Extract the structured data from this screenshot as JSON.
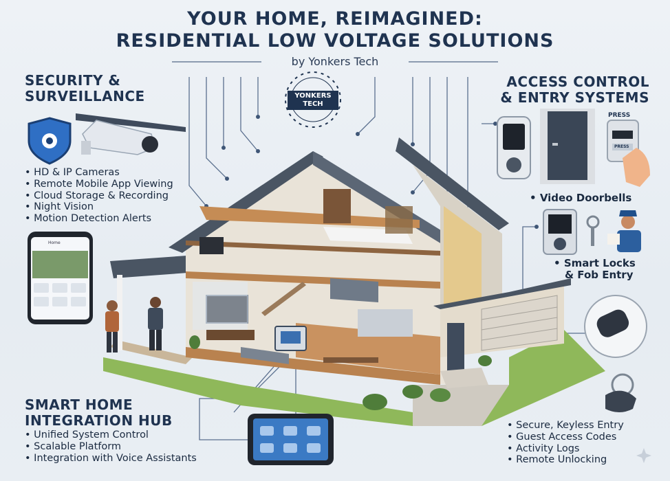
{
  "header": {
    "title_line1": "YOUR HOME, REIMAGINED:",
    "title_line2": "RESIDENTIAL LOW VOLTAGE SOLUTIONS",
    "byline": "by Yonkers Tech"
  },
  "logo": {
    "line1": "YONKERS",
    "line2": "TECH"
  },
  "security": {
    "title_line1": "SECURITY &",
    "title_line2": "SURVEILLANCE",
    "items": [
      "HD & IP Cameras",
      "Remote Mobile App Viewing",
      "Cloud Storage & Recording",
      "Night Vision",
      "Motion Detection Alerts"
    ]
  },
  "access": {
    "title_line1": "ACCESS CONTROL",
    "title_line2": "& ENTRY SYSTEMS",
    "doorbell_label": "Video Doorbells",
    "locks_label_line1": "Smart Locks",
    "locks_label_line2": "& Fob Entry",
    "press_label": "PRESS",
    "items": [
      "Secure, Keyless Entry",
      "Guest Access Codes",
      "Activity Logs",
      "Remote Unlocking"
    ]
  },
  "hub": {
    "title_line1": "SMART HOME",
    "title_line2": "INTEGRATION HUB",
    "items": [
      "Unified System Control",
      "Scalable Platform",
      "Integration with Voice Assistants"
    ]
  },
  "phone": {
    "header_text": "Home"
  },
  "colors": {
    "navy": "#1f3350",
    "roof": "#4a5563",
    "wall": "#e9e3d8",
    "floor": "#b9824f",
    "grass": "#8fb85a",
    "shield": "#2f6fc4"
  }
}
